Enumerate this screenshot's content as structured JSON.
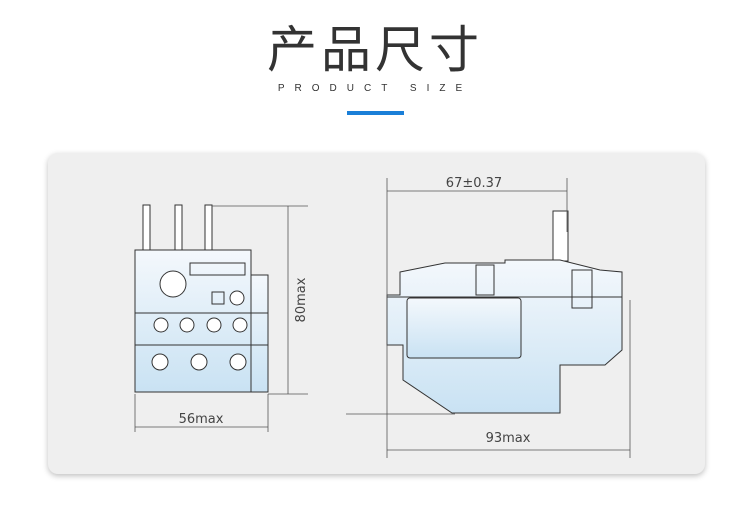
{
  "header": {
    "title": "产品尺寸",
    "subtitle": "PRODUCT SIZE",
    "accent_color": "#1a7fd8"
  },
  "drawing": {
    "front_view": {
      "width_label": "56max",
      "height_label": "80max"
    },
    "side_view": {
      "top_label": "67±0.37",
      "depth_label": "93max"
    }
  }
}
